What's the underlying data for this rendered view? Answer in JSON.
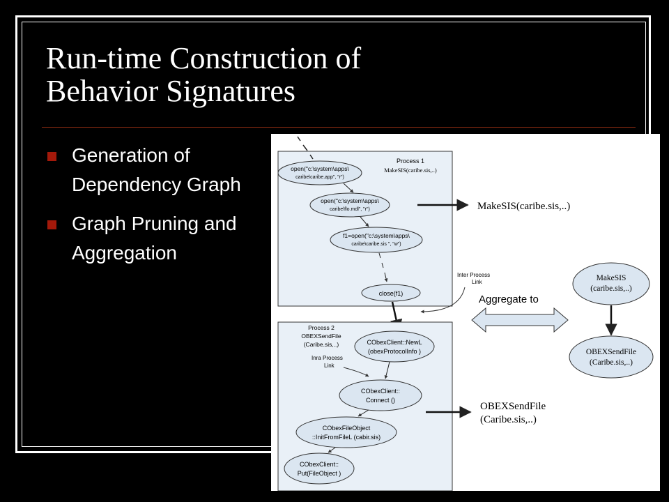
{
  "slide": {
    "title_line1": "Run-time Construction of",
    "title_line2": "Behavior Signatures",
    "bullets": [
      "Generation of Dependency Graph",
      "Graph Pruning and Aggregation"
    ]
  },
  "diagram": {
    "process1": {
      "label": "Process 1",
      "sublabel": "MakeSIS(caribe.sis,..)",
      "nodes": [
        {
          "line1": "open(\"c:\\system\\apps\\",
          "line2": "caribe\\caribe.app\", \"r\")"
        },
        {
          "line1": "open(\"c:\\system\\apps\\",
          "line2": "caribe\\flo.mdl\", \"r\")"
        },
        {
          "line1": "f1=open(\"c:\\system\\apps\\",
          "line2": "caribe\\caribe.sis \", \"w\")"
        },
        {
          "line1": "close(f1)",
          "line2": ""
        }
      ]
    },
    "process2": {
      "label": "Process 2",
      "sublabel1": "OBEXSendFile",
      "sublabel2": "(Caribe.sis,..)",
      "nodes": [
        {
          "line1": "CObexClient::NewL",
          "line2": "(obexProtocolInfo )"
        },
        {
          "line1": "CObexClient::",
          "line2": "Connect ()"
        },
        {
          "line1": "CObexFileObject",
          "line2": "::InitFromFileL (cabir.sis)"
        },
        {
          "line1": "CObexClient::",
          "line2": "Put(FileObject )"
        }
      ]
    },
    "inter_process_link_line1": "Inter Process",
    "inter_process_link_line2": "Link",
    "intra_process_link_line1": "Inra Process",
    "intra_process_link_line2": "Link",
    "result1": "MakeSIS(caribe.sis,..)",
    "result2_line1": "OBEXSendFile",
    "result2_line2": "(Caribe.sis,..)",
    "aggregate_label": "Aggregate to",
    "agg_node1_line1": "MakeSIS",
    "agg_node1_line2": "(caribe.sis,..)",
    "agg_node2_line1": "OBEXSendFile",
    "agg_node2_line2": "(Caribe.sis,..)",
    "colors": {
      "panel_fill": "#e9f0f7",
      "node_fill": "#dbe6f1",
      "stroke": "#333333",
      "bullet_marker": "#a3190a",
      "title_rule": "#8a2a12"
    }
  }
}
